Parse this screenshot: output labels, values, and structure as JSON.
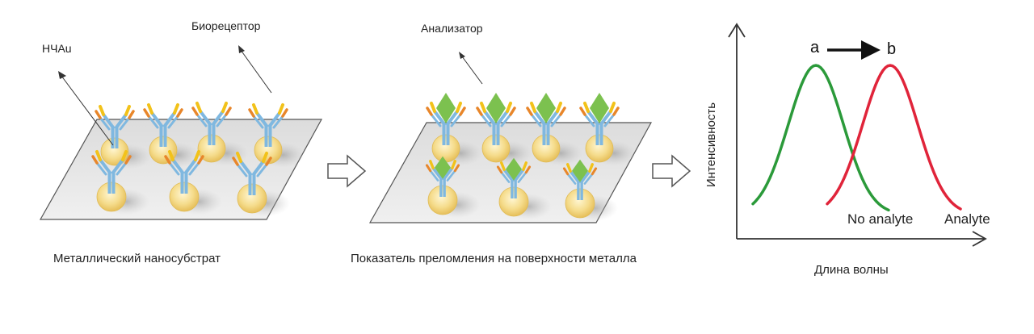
{
  "labels": {
    "nanoparticle": "НЧAu",
    "bioreceptor": "Биорецептор",
    "analyte": "Анализатор",
    "substrate_caption": "Металлический наносубстрат",
    "refraction_caption": "Показатель преломления на поверхности металла"
  },
  "colors": {
    "gold_particle": "#f5dc8c",
    "antibody_blue": "#7fb8e0",
    "antibody_yellow": "#f2c21a",
    "antibody_orange": "#e8862a",
    "analyte_green": "#7cc14f",
    "plate_fill": "#e6e6e6",
    "curve_a": "#2b9a3a",
    "curve_b": "#e0243a"
  },
  "chart_data": {
    "type": "line",
    "xlabel": "Длина волны",
    "ylabel": "Интенсивность",
    "grid": false,
    "shift_annotation": {
      "from": "a",
      "to": "b"
    },
    "series": [
      {
        "name": "No analyte",
        "peak_label": "a",
        "color": "#2b9a3a"
      },
      {
        "name": "Analyte",
        "peak_label": "b",
        "color": "#e0243a"
      }
    ]
  }
}
